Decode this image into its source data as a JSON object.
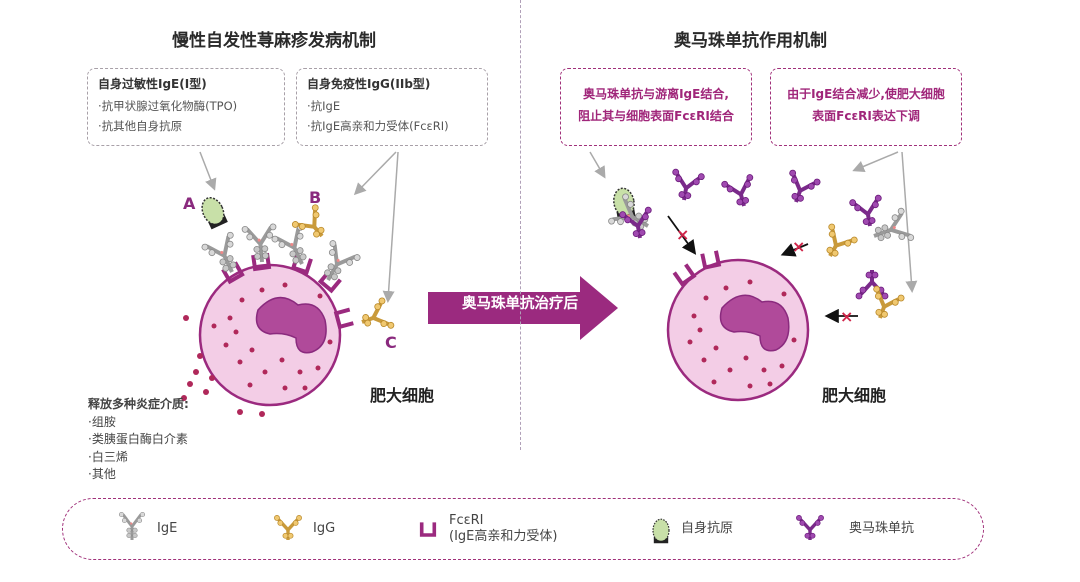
{
  "left_title": "慢性自发性荨麻疹发病机制",
  "right_title": "奥马珠单抗作用机制",
  "box_ige": {
    "heading": "自身过敏性IgE(I型)",
    "lines": [
      "·抗甲状腺过氧化物酶(TPO)",
      "·抗其他自身抗原"
    ]
  },
  "box_igg": {
    "heading": "自身免疫性IgG(IIb型)",
    "lines": [
      "·抗IgE",
      "·抗IgE高亲和力受体(FcεRI)"
    ]
  },
  "right_box_1": [
    "奥马珠单抗与游离IgE结合,",
    "阻止其与细胞表面FcεRI结合"
  ],
  "right_box_2": [
    "由于IgE结合减少,使肥大细胞",
    "表面FcεRI表达下调"
  ],
  "letters": {
    "a": "A",
    "b": "B",
    "c": "C"
  },
  "cell_label": "肥大细胞",
  "arrow_label": "奥马珠单抗治疗后",
  "mediators": {
    "heading": "释放多种炎症介质:",
    "items": [
      "·组胺",
      "·类胰蛋白酶白介素",
      "·白三烯",
      "·其他"
    ]
  },
  "legend": {
    "ige": "IgE",
    "igg": "IgG",
    "fceri_1": "FcεRI",
    "fceri_2": "(IgE高亲和力受体)",
    "autoantigen": "自身抗原",
    "omalizumab": "奥马珠单抗"
  },
  "colors": {
    "brand_purple": "#9b2a7f",
    "cell_pink": "#f3cde6",
    "nucleus": "#b04a9a",
    "antigen_green": "#c8e0a8",
    "igg_gold": "#e8b85a",
    "ige_gray": "#b8b8b8",
    "omalizumab": "#8a3a9a"
  }
}
